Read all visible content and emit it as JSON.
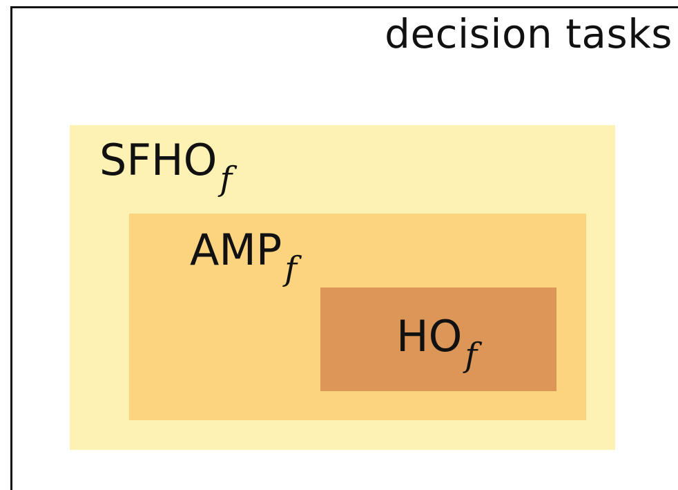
{
  "universe": {
    "label": "decision tasks"
  },
  "sets": [
    {
      "id": "sfho",
      "name": "SFHO",
      "subscript": "f",
      "fill": "#fdf1b3"
    },
    {
      "id": "amp",
      "name": "AMP",
      "subscript": "f",
      "fill": "#fcd37f"
    },
    {
      "id": "ho",
      "name": "HO",
      "subscript": "f",
      "fill": "#dc9658"
    }
  ],
  "colors": {
    "outline": "#111111",
    "background": "#ffffff"
  }
}
